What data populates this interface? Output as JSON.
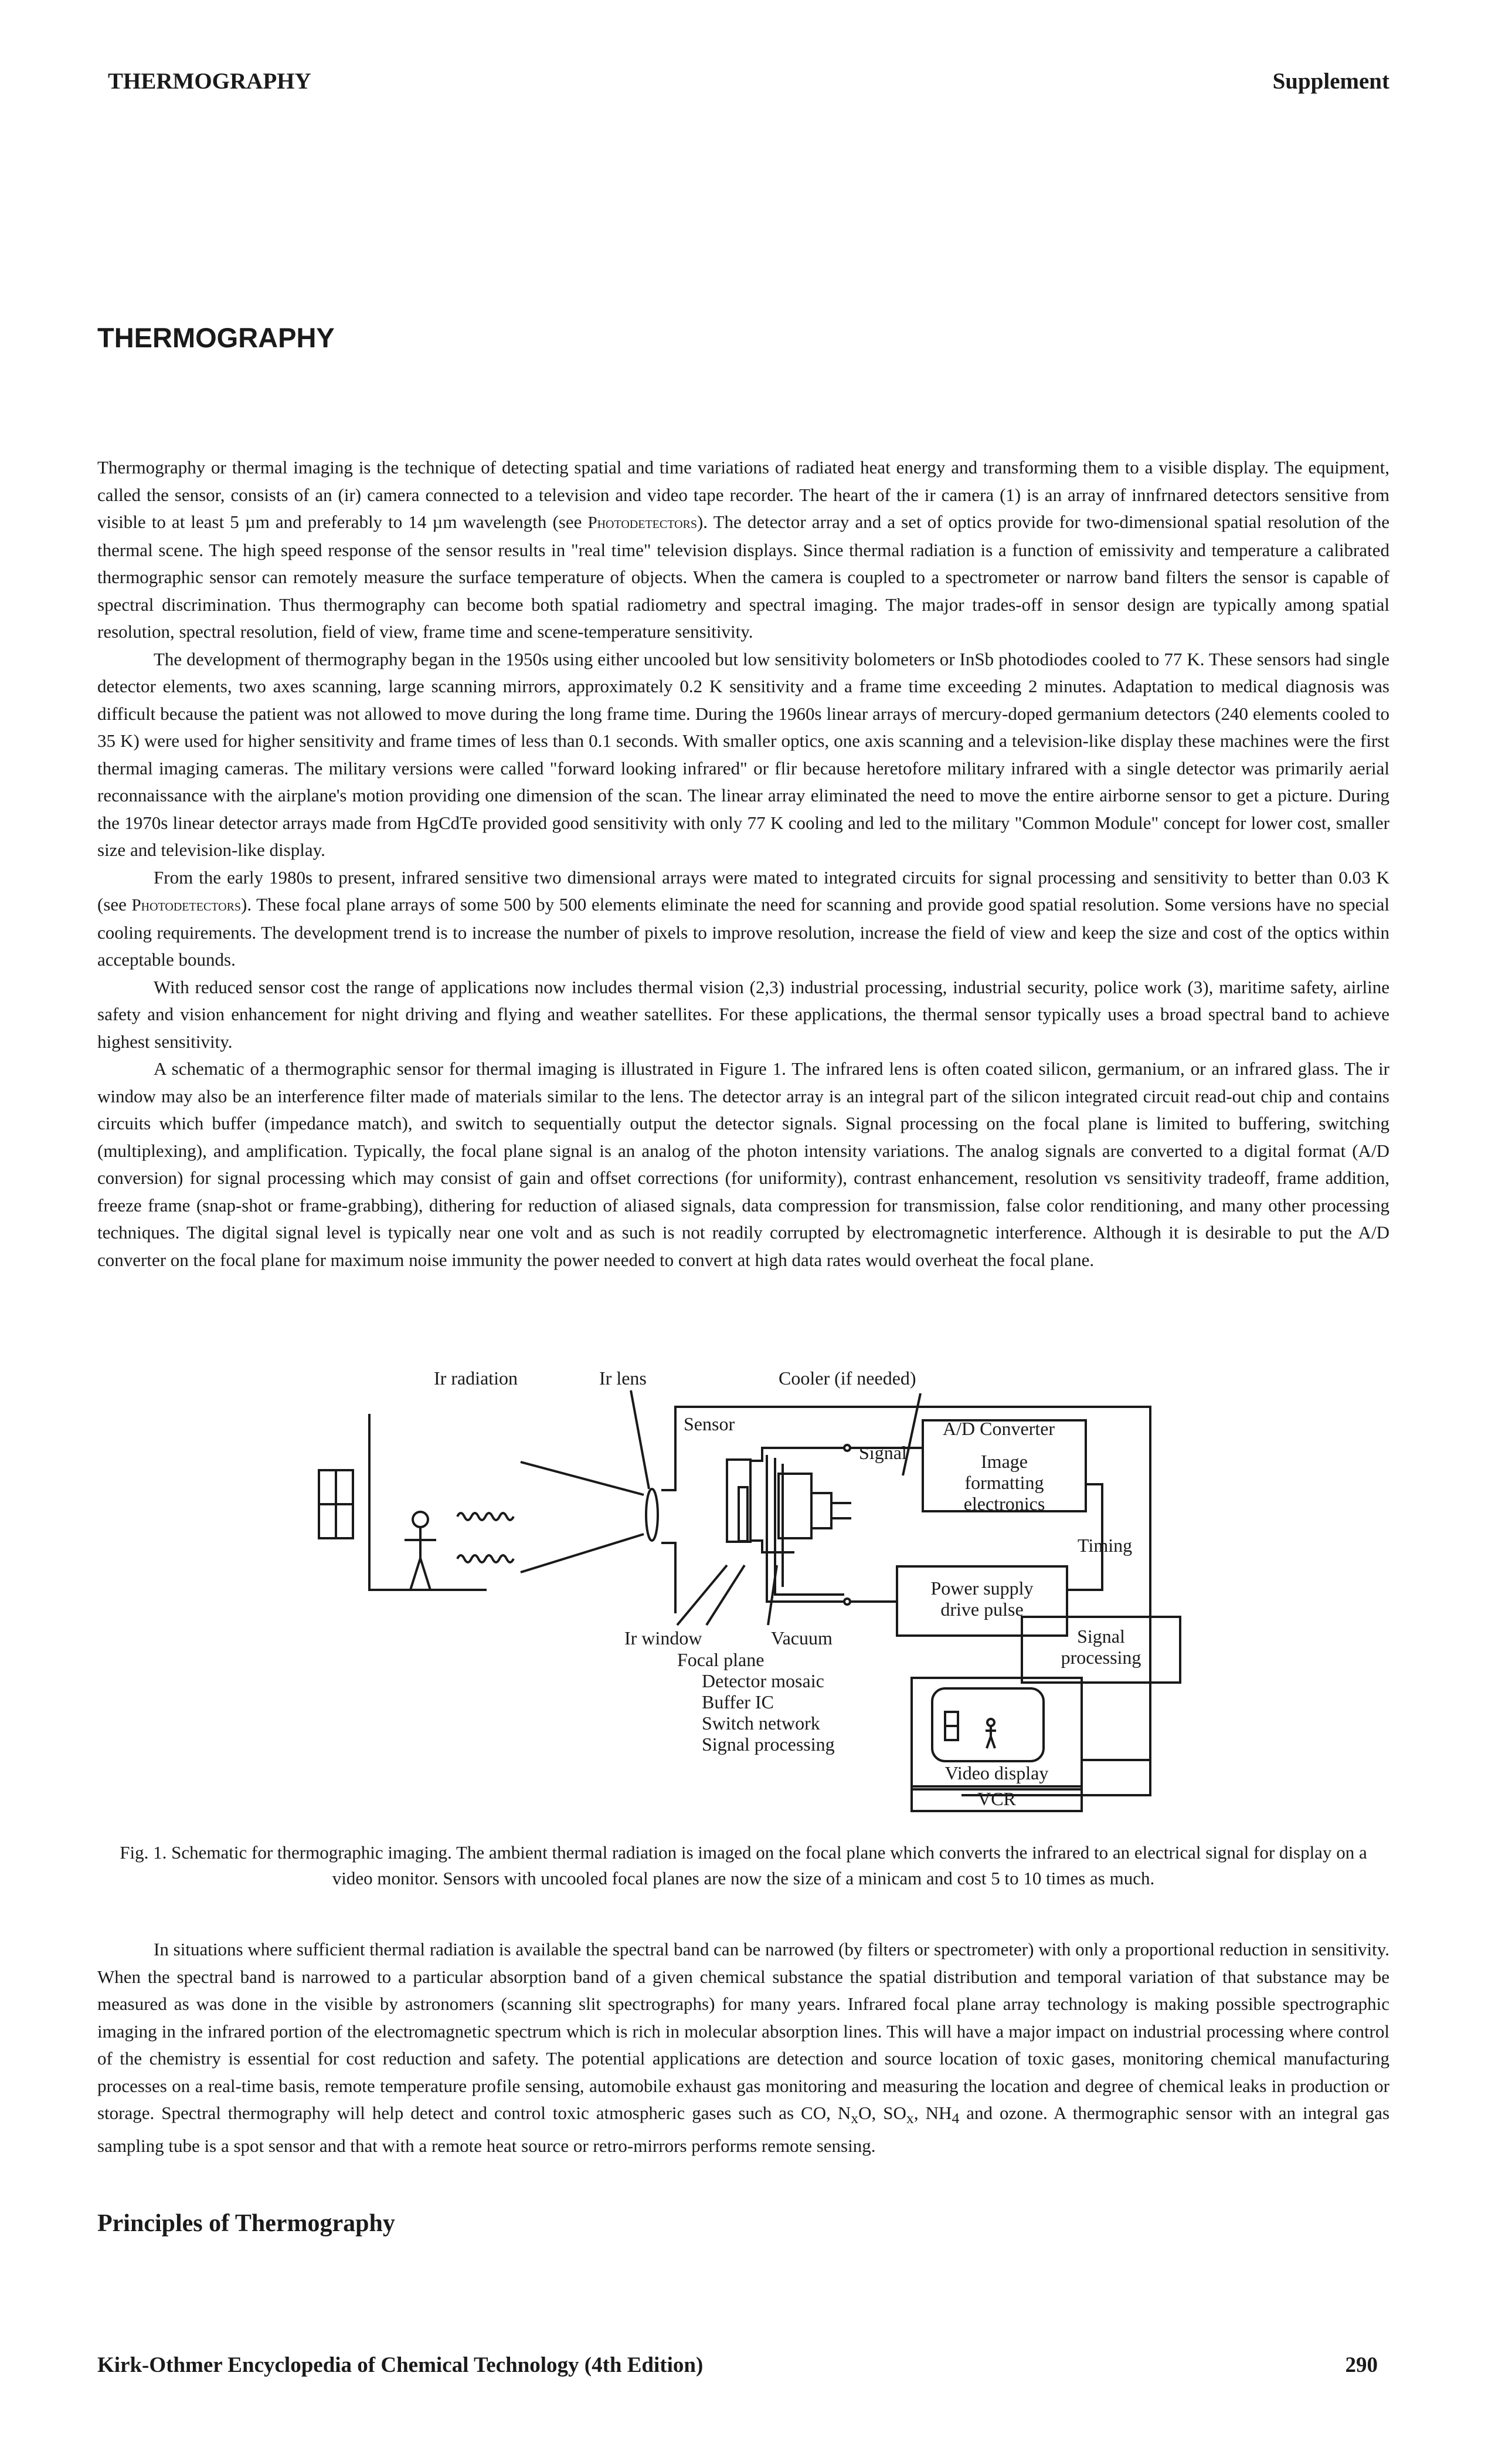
{
  "header": {
    "left": "THERMOGRAPHY",
    "right": "Supplement"
  },
  "section_title": "THERMOGRAPHY",
  "paragraphs": {
    "p1_a": "Thermography or thermal imaging is the technique of detecting spatial and time variations of radiated heat energy and transforming them to a visible display. The equipment, called the sensor, consists of an (ir) camera connected to a television and video tape recorder. The heart of the ir camera (1) is an array of innfrnared detectors sensitive from visible to at least 5 µm and preferably to 14 µm wavelength (see ",
    "p1_link": "Photodetectors",
    "p1_b": "). The detector array and a set of optics provide for two-dimensional spatial resolution of the thermal scene. The high speed response of the sensor results in \"real time\" television displays. Since thermal radiation is a function of emissivity and temperature a calibrated thermographic sensor can remotely measure the surface temperature of objects. When the camera is coupled to a spectrometer or narrow band filters the sensor is capable of spectral discrimination. Thus thermography can become both spatial radiometry and spectral imaging. The major trades-off in sensor design are typically among spatial resolution, spectral resolution, field of view, frame time and scene-temperature sensitivity.",
    "p2": "The development of thermography began in the 1950s using either uncooled but low sensitivity bolometers or InSb photodiodes cooled to 77 K. These sensors had single detector elements, two axes scanning, large scanning mirrors, approximately 0.2 K sensitivity and a frame time exceeding 2 minutes. Adaptation to medical diagnosis was difficult because the patient was not allowed to move during the long frame time. During the 1960s linear arrays of mercury-doped germanium detectors (240 elements cooled to 35 K) were used for higher sensitivity and frame times of less than 0.1 seconds. With smaller optics, one axis scanning and a television-like display these machines were the first thermal imaging cameras. The military versions were called \"forward looking infrared\" or flir because heretofore military infrared with a single detector was primarily aerial reconnaissance with the airplane's motion providing one dimension of the scan. The linear array eliminated the need to move the entire airborne sensor to get a picture. During the 1970s linear detector arrays made from HgCdTe provided good sensitivity with only 77 K cooling and led to the military \"Common Module\" concept for lower cost, smaller size and television-like display.",
    "p3_a": "From the early 1980s to present, infrared sensitive two dimensional arrays were mated to integrated circuits for signal processing and sensitivity to better than 0.03 K (see ",
    "p3_link": "Photodetectors",
    "p3_b": "). These focal plane arrays of some 500 by 500 elements eliminate the need for scanning and provide good spatial resolution. Some versions have no special cooling requirements. The development trend is to increase the number of pixels to improve resolution, increase the field of view and keep the size and cost of the optics within acceptable bounds.",
    "p4": "With reduced sensor cost the range of applications now includes thermal vision (2,3) industrial processing, industrial security, police work (3), maritime safety, airline safety and vision enhancement for night driving and flying and weather satellites. For these applications, the thermal sensor typically uses a broad spectral band to achieve highest sensitivity.",
    "p5": "A schematic of a thermographic sensor for thermal imaging is illustrated in Figure 1. The infrared lens is often coated silicon, germanium, or an infrared glass. The ir window may also be an interference filter made of materials similar to the lens. The detector array is an integral part of the silicon integrated circuit read-out chip and contains circuits which buffer (impedance match), and switch to sequentially output the detector signals. Signal processing on the focal plane is limited to buffering, switching (multiplexing), and amplification. Typically, the focal plane signal is an analog of the photon intensity variations. The analog signals are converted to a digital format (A/D conversion) for signal processing which may consist of gain and offset corrections (for uniformity), contrast enhancement, resolution vs sensitivity tradeoff, frame addition, freeze frame (snap-shot or frame-grabbing), dithering for reduction of aliased signals, data compression for transmission, false color renditioning, and many other processing techniques. The digital signal level is typically near one volt and as such is not readily corrupted by electromagnetic interference. Although it is desirable to put the A/D converter on the focal plane for maximum noise immunity the power needed to convert at high data rates would overheat the focal plane.",
    "p6_a": "In situations where sufficient thermal radiation is available the spectral band can be narrowed (by filters or spectrometer) with only a proportional reduction in sensitivity. When the spectral band is narrowed to a particular absorption band of a given chemical substance the spatial distribution and temporal variation of that substance may be measured as was done in the visible by astronomers (scanning slit spectrographs) for many years. Infrared focal plane array technology is making possible spectrographic imaging in the infrared portion of the electromagnetic spectrum which is rich in molecular absorption lines. This will have a major impact on industrial processing where control of the chemistry is essential for cost reduction and safety. The potential applications are detection and source location of toxic gases, monitoring chemical manufacturing processes on a real-time basis, remote temperature profile sensing, automobile exhaust gas monitoring and measuring the location and degree of chemical leaks in production or storage. Spectral thermography will help detect and control toxic atmospheric gases such as CO, N",
    "p6_sub1": "x",
    "p6_b": "O, SO",
    "p6_sub2": "x",
    "p6_c": ", NH",
    "p6_sub3": "4",
    "p6_d": " and ozone. A thermographic sensor with an integral gas sampling tube is a spot sensor and that with a remote heat source or retro-mirrors performs remote sensing."
  },
  "figure": {
    "labels": {
      "ir_radiation": "Ir radiation",
      "ir_lens": "Ir lens",
      "cooler": "Cooler (if needed)",
      "sensor": "Sensor",
      "signal": "Signal",
      "ad_converter": "A/D Converter",
      "image_1": "Image",
      "image_2": "formatting",
      "image_3": "electronics",
      "power_1": "Power supply",
      "power_2": "drive pulse",
      "timing": "Timing",
      "sigproc_1": "Signal",
      "sigproc_2": "processing",
      "ir_window": "Ir window",
      "vacuum": "Vacuum",
      "focal_plane": "Focal plane",
      "detector_mosaic": "Detector mosaic",
      "buffer_ic": "Buffer IC",
      "switch_network": "Switch network",
      "signal_processing": "Signal processing",
      "video_display": "Video display",
      "vcr": "VCR"
    },
    "caption": "Fig. 1. Schematic for thermographic imaging. The ambient thermal radiation is imaged on the focal plane which converts the infrared to an electrical signal for display on a video monitor. Sensors with uncooled focal planes are now the size of a minicam and cost 5 to 10 times as much."
  },
  "subhead": "Principles of Thermography",
  "footer": {
    "left": "Kirk-Othmer Encyclopedia of Chemical Technology (4th Edition)",
    "right": "290"
  }
}
